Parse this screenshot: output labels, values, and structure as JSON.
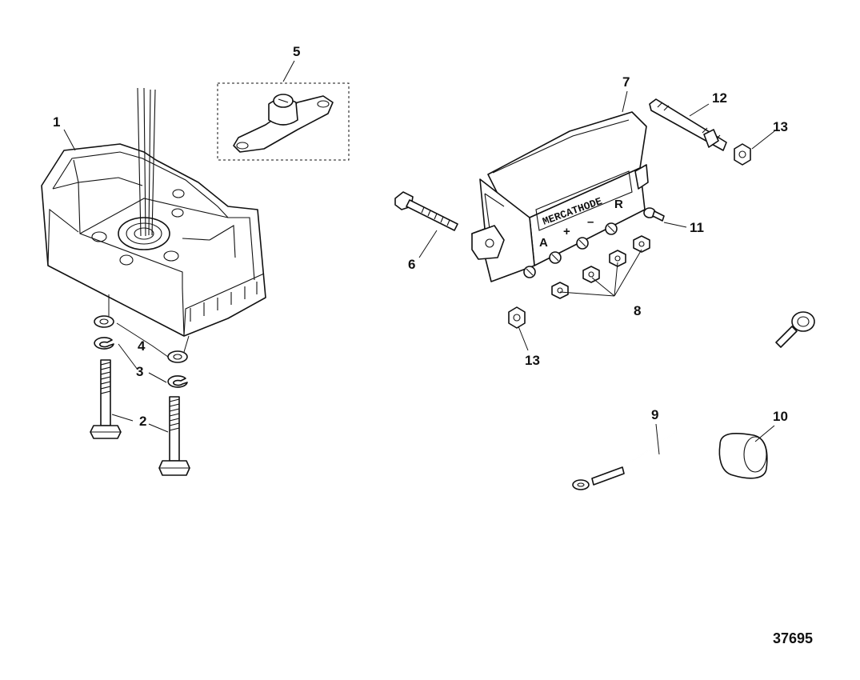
{
  "callouts": {
    "c1": "1",
    "c2": "2",
    "c3": "3",
    "c4": "4",
    "c5": "5",
    "c6": "6",
    "c7": "7",
    "c8": "8",
    "c9": "9",
    "c10": "10",
    "c11": "11",
    "c12": "12",
    "c13a": "13",
    "c13b": "13"
  },
  "decal": {
    "brand": "MERCATHODE",
    "term_a": "A",
    "term_plus": "+",
    "term_minus": "–",
    "term_r": "R"
  },
  "figure_number": "37695"
}
